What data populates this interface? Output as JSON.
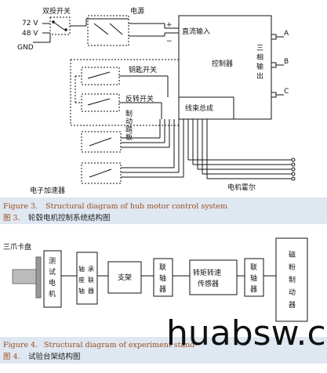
{
  "fig3": {
    "labels": {
      "dpdt_switch": "双投开关",
      "v72": "72 V",
      "v48": "48 V",
      "gnd": "GND",
      "power": "电源",
      "plus": "+",
      "minus": "−",
      "dc_input": "直流输入",
      "controller": "控制器",
      "three_phase": [
        "三",
        "相",
        "输",
        "出"
      ],
      "phase_a": "A",
      "phase_b": "B",
      "phase_c": "C",
      "key_switch": "钥匙开关",
      "reverse_switch": "反转开关",
      "brake_pedal": [
        "制",
        "动",
        "踏",
        "板"
      ],
      "harness": "线束总成",
      "throttle": "电子加速器",
      "hall": "电机霍尔"
    },
    "caption_en_prefix": "Figure 3.",
    "caption_en": "Structural diagram of hub motor control system",
    "caption_cn_prefix": "图 3.",
    "caption_cn": "轮毂电机控制系统结构图"
  },
  "fig4": {
    "chuck": "三爪卡盘",
    "blocks": [
      [
        "测",
        "试",
        "电",
        "机"
      ],
      [
        "轴",
        "承",
        "座",
        "联",
        "轴",
        "器"
      ],
      [
        "支架"
      ],
      [
        "联",
        "轴",
        "器"
      ],
      [
        "转矩转速",
        "传感器"
      ],
      [
        "联",
        "轴",
        "器"
      ],
      [
        "磁",
        "粉",
        "制",
        "动",
        "器"
      ]
    ],
    "caption_en_prefix": "Figure 4.",
    "caption_en": "Structural diagram of experiment stand",
    "caption_cn_prefix": "图 4.",
    "caption_cn": "试验台架结构图"
  },
  "watermark": "huabsw.c",
  "colors": {
    "caption_band": "#dfe7f1",
    "caption_en": "#9a4e1f",
    "line": "#111111"
  }
}
